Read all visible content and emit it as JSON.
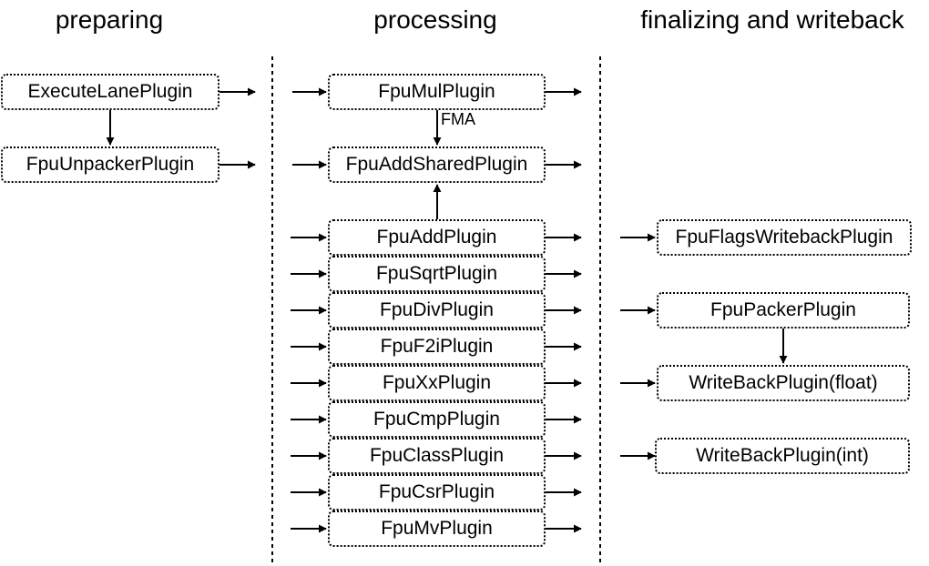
{
  "headers": {
    "preparing": "preparing",
    "processing": "processing",
    "finalizing": "finalizing and writeback"
  },
  "preparing": [
    "ExecuteLanePlugin",
    "FpuUnpackerPlugin"
  ],
  "processing": [
    "FpuMulPlugin",
    "FpuAddSharedPlugin",
    "FpuAddPlugin",
    "FpuSqrtPlugin",
    "FpuDivPlugin",
    "FpuF2iPlugin",
    "FpuXxPlugin",
    "FpuCmpPlugin",
    "FpuClassPlugin",
    "FpuCsrPlugin",
    "FpuMvPlugin"
  ],
  "finalizing": [
    "FpuFlagsWritebackPlugin",
    "FpuPackerPlugin",
    "WriteBackPlugin(float)",
    "WriteBackPlugin(int)"
  ],
  "edge_labels": {
    "fma": "FMA"
  }
}
